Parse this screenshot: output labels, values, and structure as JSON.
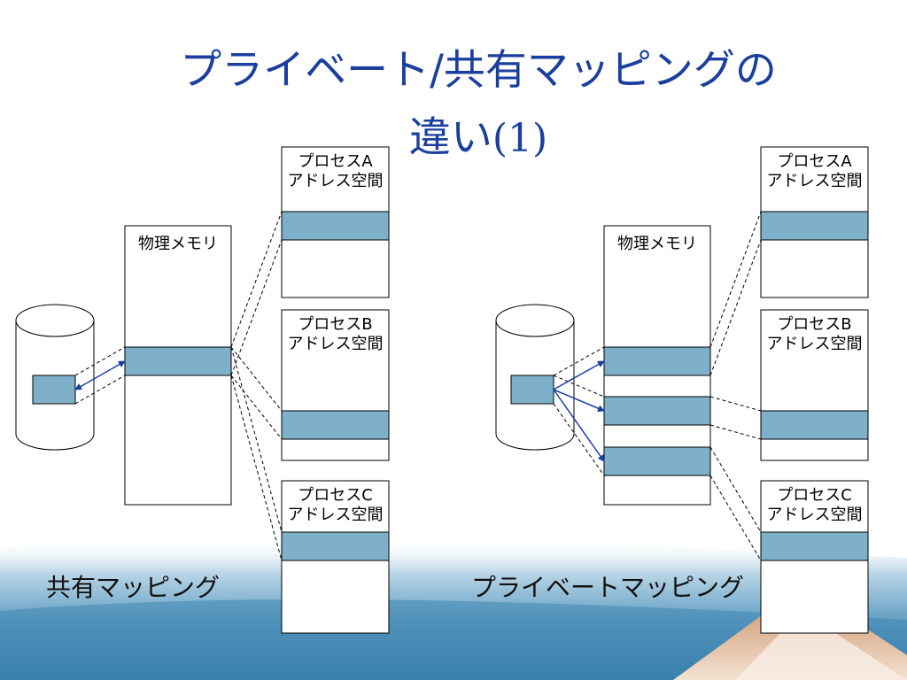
{
  "slide": {
    "title_line1": "プライベート/共有マッピングの",
    "title_line2": "違い",
    "title_suffix": "(1)"
  },
  "shared": {
    "caption": "共有マッピング",
    "physical_memory_label": "物理メモリ",
    "process_a_name": "プロセスA",
    "process_b_name": "プロセスB",
    "process_c_name": "プロセスC",
    "address_space_label": "アドレス空間"
  },
  "private": {
    "caption": "プライベートマッピング",
    "physical_memory_label": "物理メモリ",
    "process_a_name": "プロセスA",
    "process_b_name": "プロセスB",
    "process_c_name": "プロセスC",
    "address_space_label": "アドレス空間"
  },
  "colors": {
    "title": "#1a3f9e",
    "region_fill": "#7fb0c9",
    "arrow": "#1a3f9e",
    "box_stroke": "#000000"
  }
}
